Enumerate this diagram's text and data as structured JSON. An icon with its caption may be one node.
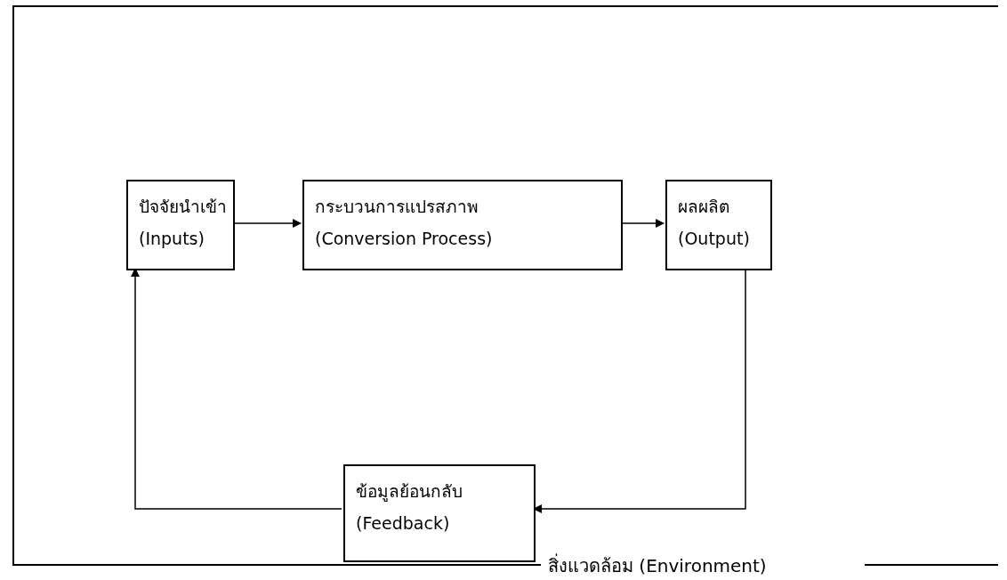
{
  "diagram": {
    "nodes": [
      {
        "text": [
          "สิ่งแวดล้อม (Environment)"
        ]
      },
      {
        "text": [
          "ปัจจัยนำเข้า",
          "(Inputs)"
        ],
        "in": 0
      },
      {
        "text": [
          "กระบวนการแปรสภาพ",
          "(Conversion Process)"
        ],
        "in": 0
      },
      {
        "text": [
          "ผลผลิต",
          "(Output)"
        ],
        "in": 0
      },
      {
        "text": [
          "ข้อมูลย้อนกลับ",
          "(Feedback)"
        ],
        "in": 0
      }
    ],
    "edges": [
      {
        "from": 1,
        "to": 2,
        "arrow": "to"
      },
      {
        "from": 2,
        "to": 3,
        "arrow": "to"
      },
      {
        "from": 3,
        "to": 4,
        "arrow": "to"
      },
      {
        "from": 4,
        "to": 1,
        "arrow": "to"
      }
    ]
  }
}
